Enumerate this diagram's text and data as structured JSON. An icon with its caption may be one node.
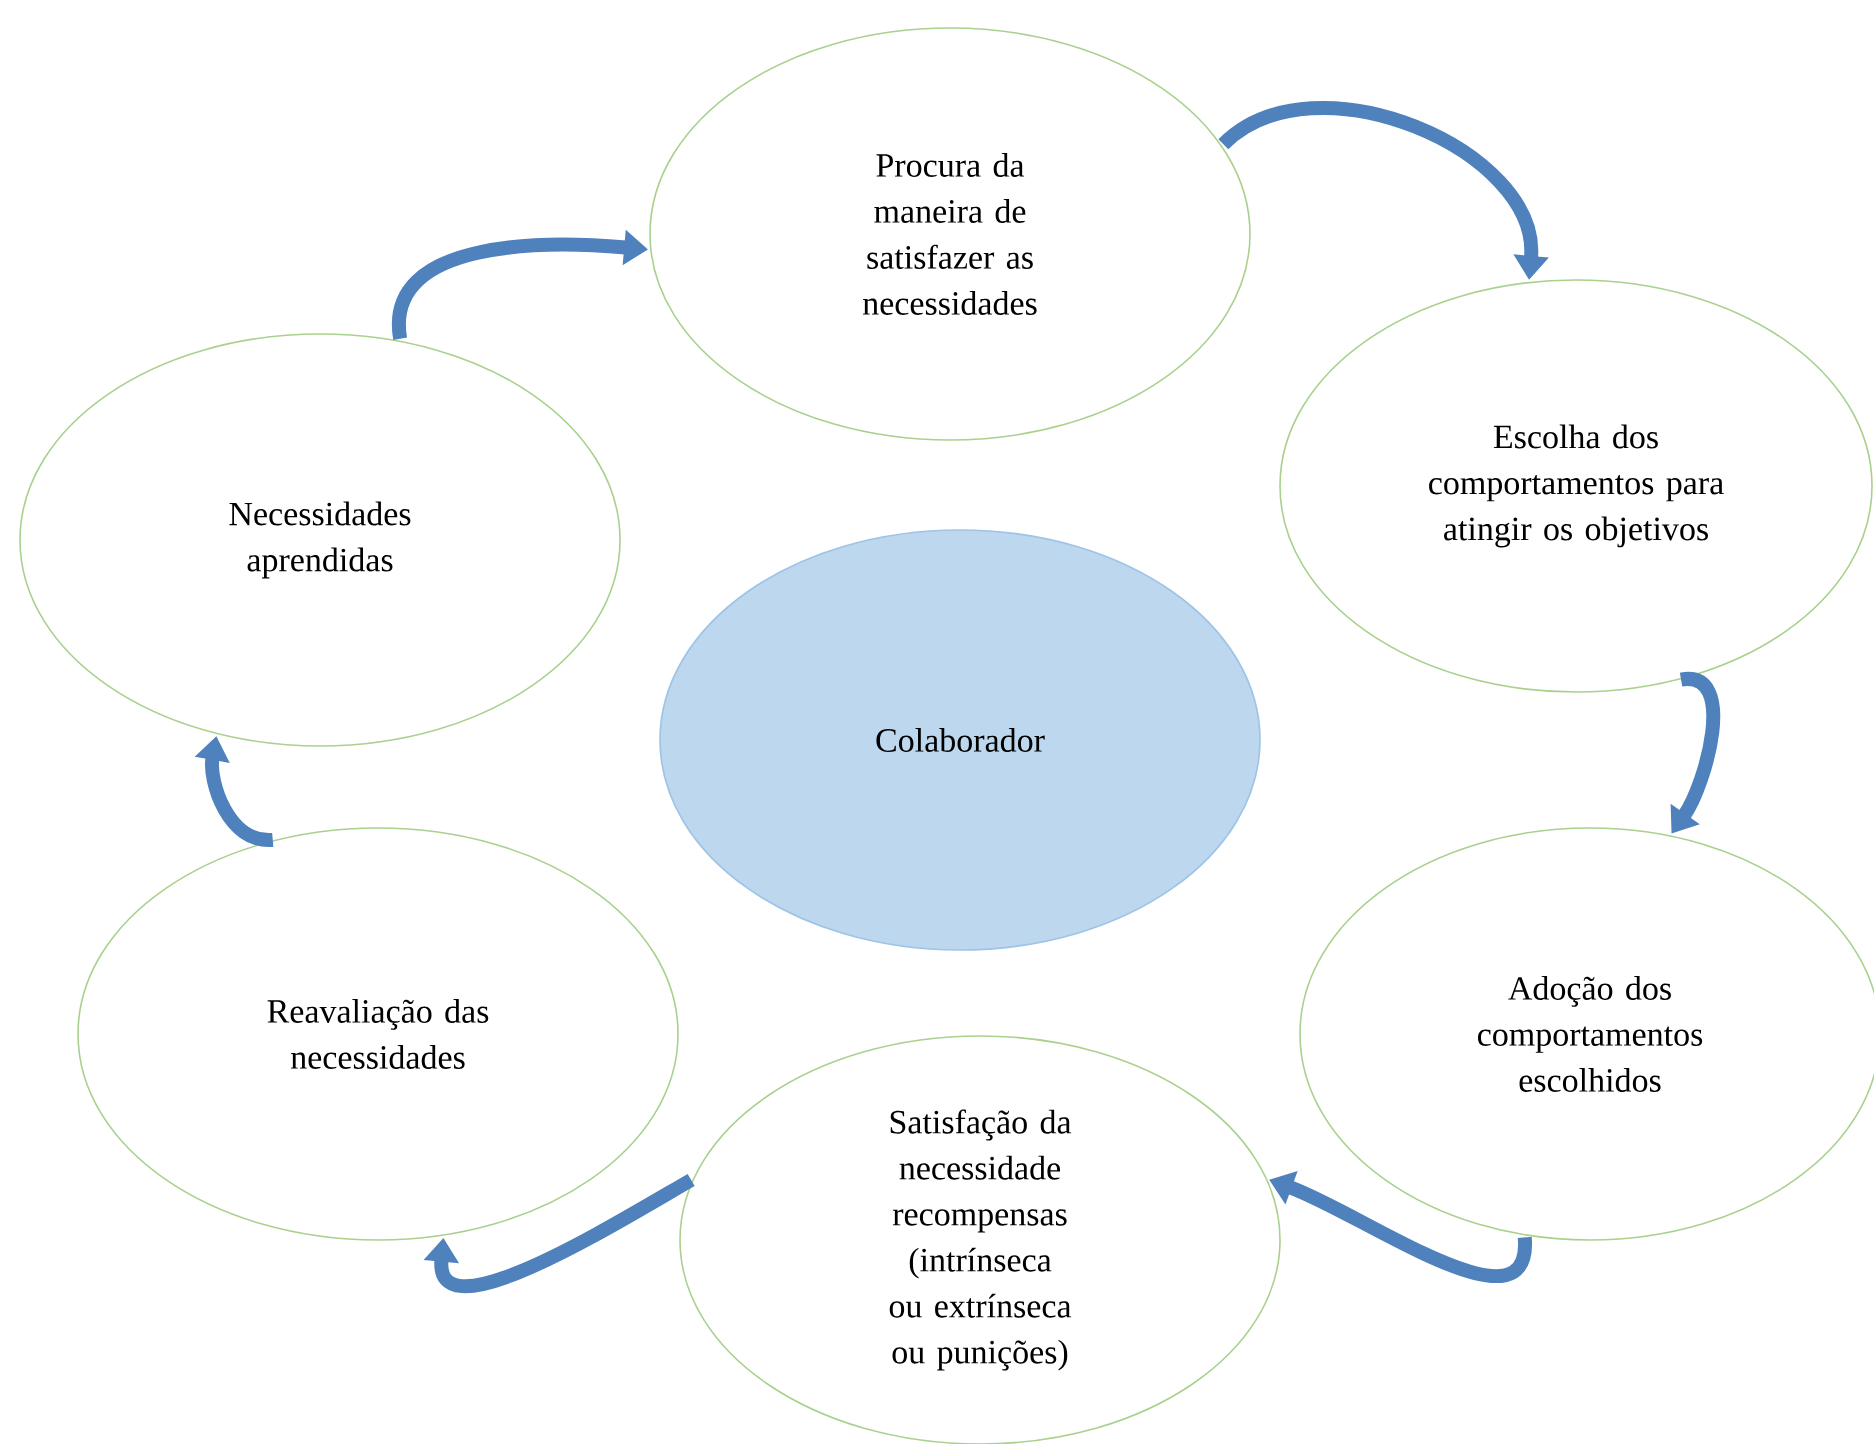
{
  "diagram": {
    "nodes": [
      {
        "text": [
          "Procura da maneira de satisfazer as necessidades"
        ]
      },
      {
        "text": [
          "Necessidades aprendidas"
        ]
      },
      {
        "text": [
          "Escolha dos comportamentos para atingir os objetivos"
        ]
      },
      {
        "text": [
          "Colaborador"
        ]
      },
      {
        "text": [
          "Reavaliação das necessidades"
        ]
      },
      {
        "text": [
          "Adoção dos comportamentos escolhidos"
        ]
      },
      {
        "text": [
          "Satisfação da necessidade recompensas (intrínseca ou extrínseca ou punições)"
        ]
      }
    ],
    "edges": [
      {
        "from": 1,
        "to": 0,
        "arrow": "to"
      },
      {
        "from": 0,
        "to": 2,
        "arrow": "to"
      },
      {
        "from": 2,
        "to": 5,
        "arrow": "to"
      },
      {
        "from": 5,
        "to": 6,
        "arrow": "to"
      },
      {
        "from": 6,
        "to": 4,
        "arrow": "to"
      },
      {
        "from": 4,
        "to": 1,
        "arrow": "to"
      }
    ]
  }
}
